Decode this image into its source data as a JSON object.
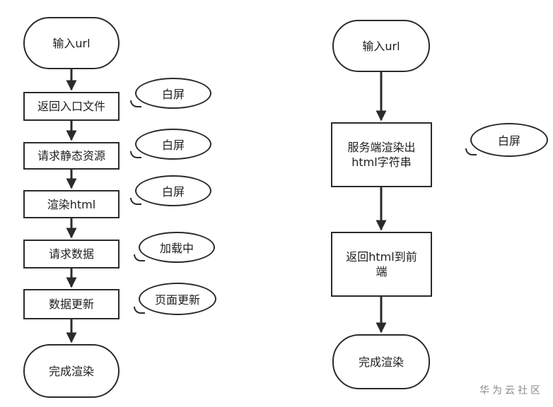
{
  "left_flow": {
    "start": "输入url",
    "steps": [
      "返回入口文件",
      "请求静态资源",
      "渲染html",
      "请求数据",
      "数据更新"
    ],
    "end": "完成渲染",
    "callouts": [
      "白屏",
      "白屏",
      "白屏",
      "加载中",
      "页面更新"
    ]
  },
  "right_flow": {
    "start": "输入url",
    "step1": "服务端渲染出html字符串",
    "step2": "返回html到前端",
    "end": "完成渲染",
    "callout": "白屏"
  },
  "watermark": "华为云社区",
  "colors": {
    "stroke": "#2b2b2b",
    "watermark": "#8a8a8a"
  }
}
